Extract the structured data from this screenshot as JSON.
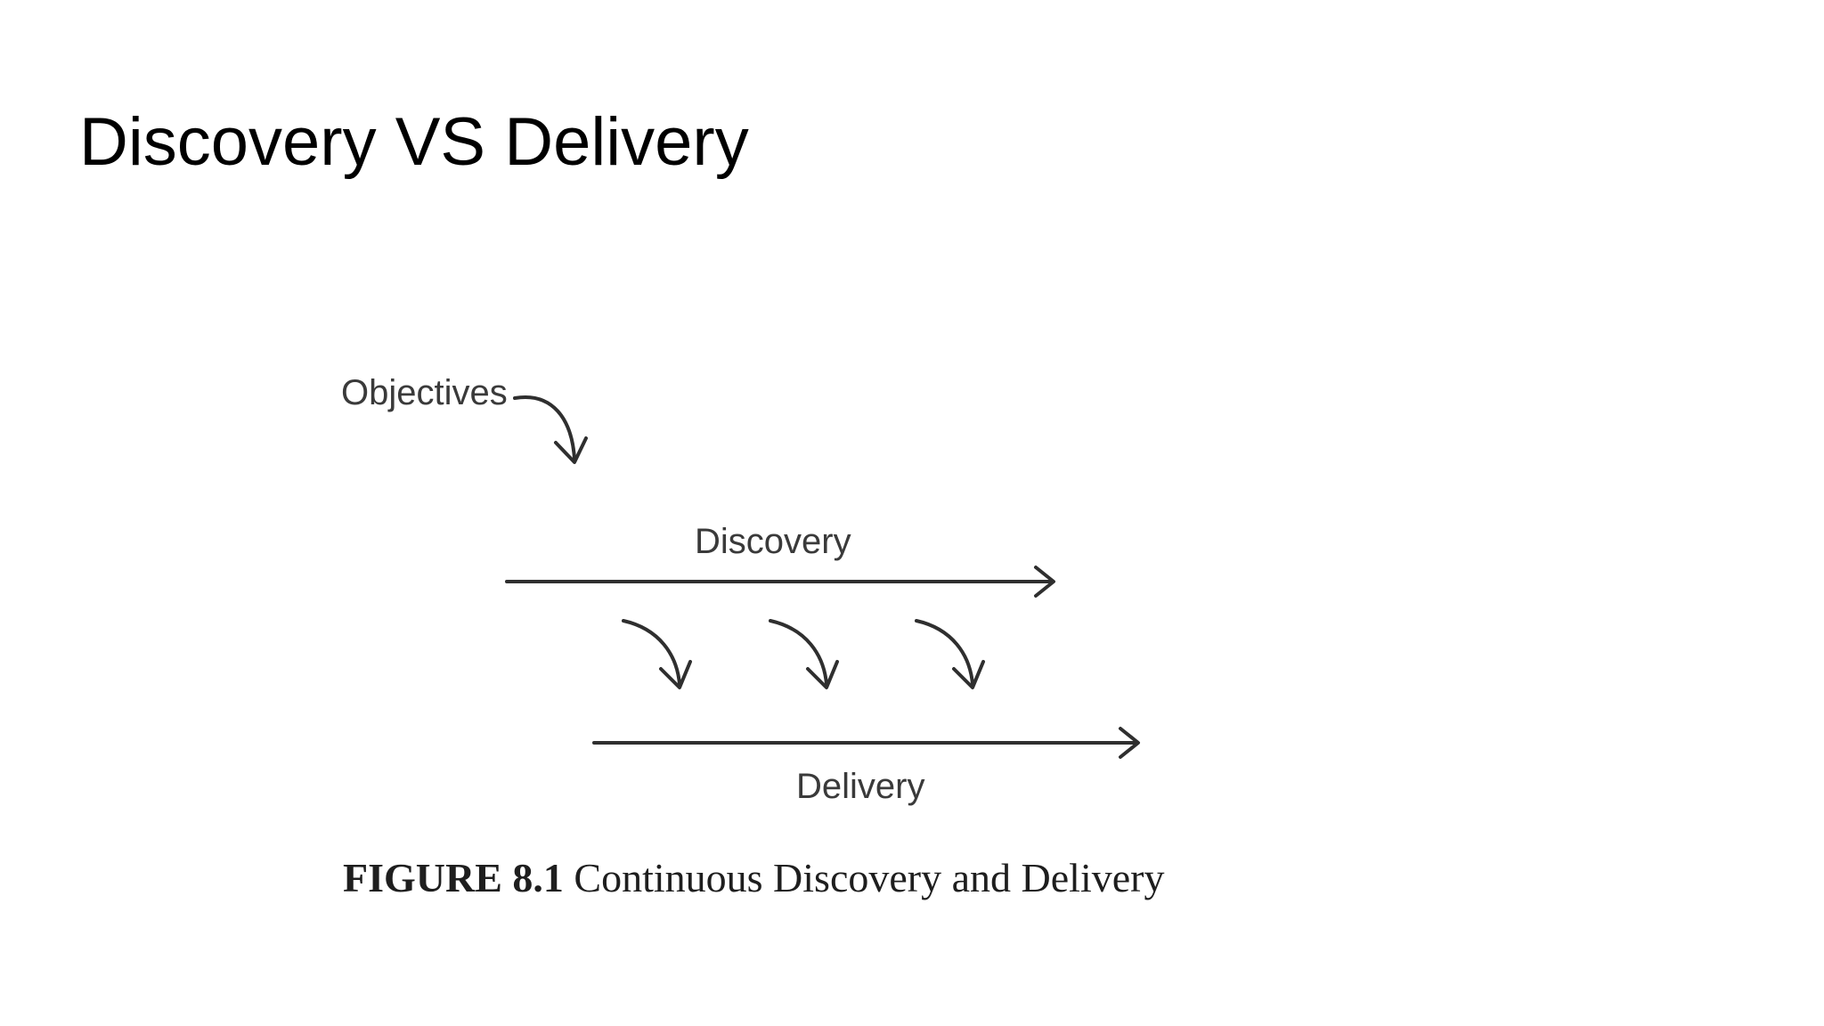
{
  "slide": {
    "title": "Discovery VS Delivery"
  },
  "diagram": {
    "labels": {
      "objectives": "Objectives",
      "discovery": "Discovery",
      "delivery": "Delivery"
    },
    "handoff_arrow_count": 3,
    "colors": {
      "stroke": "#2f2f2f",
      "label": "#3a3a3a"
    }
  },
  "caption": {
    "label": "FIGURE 8.1",
    "text": " Continuous Discovery and Delivery"
  }
}
